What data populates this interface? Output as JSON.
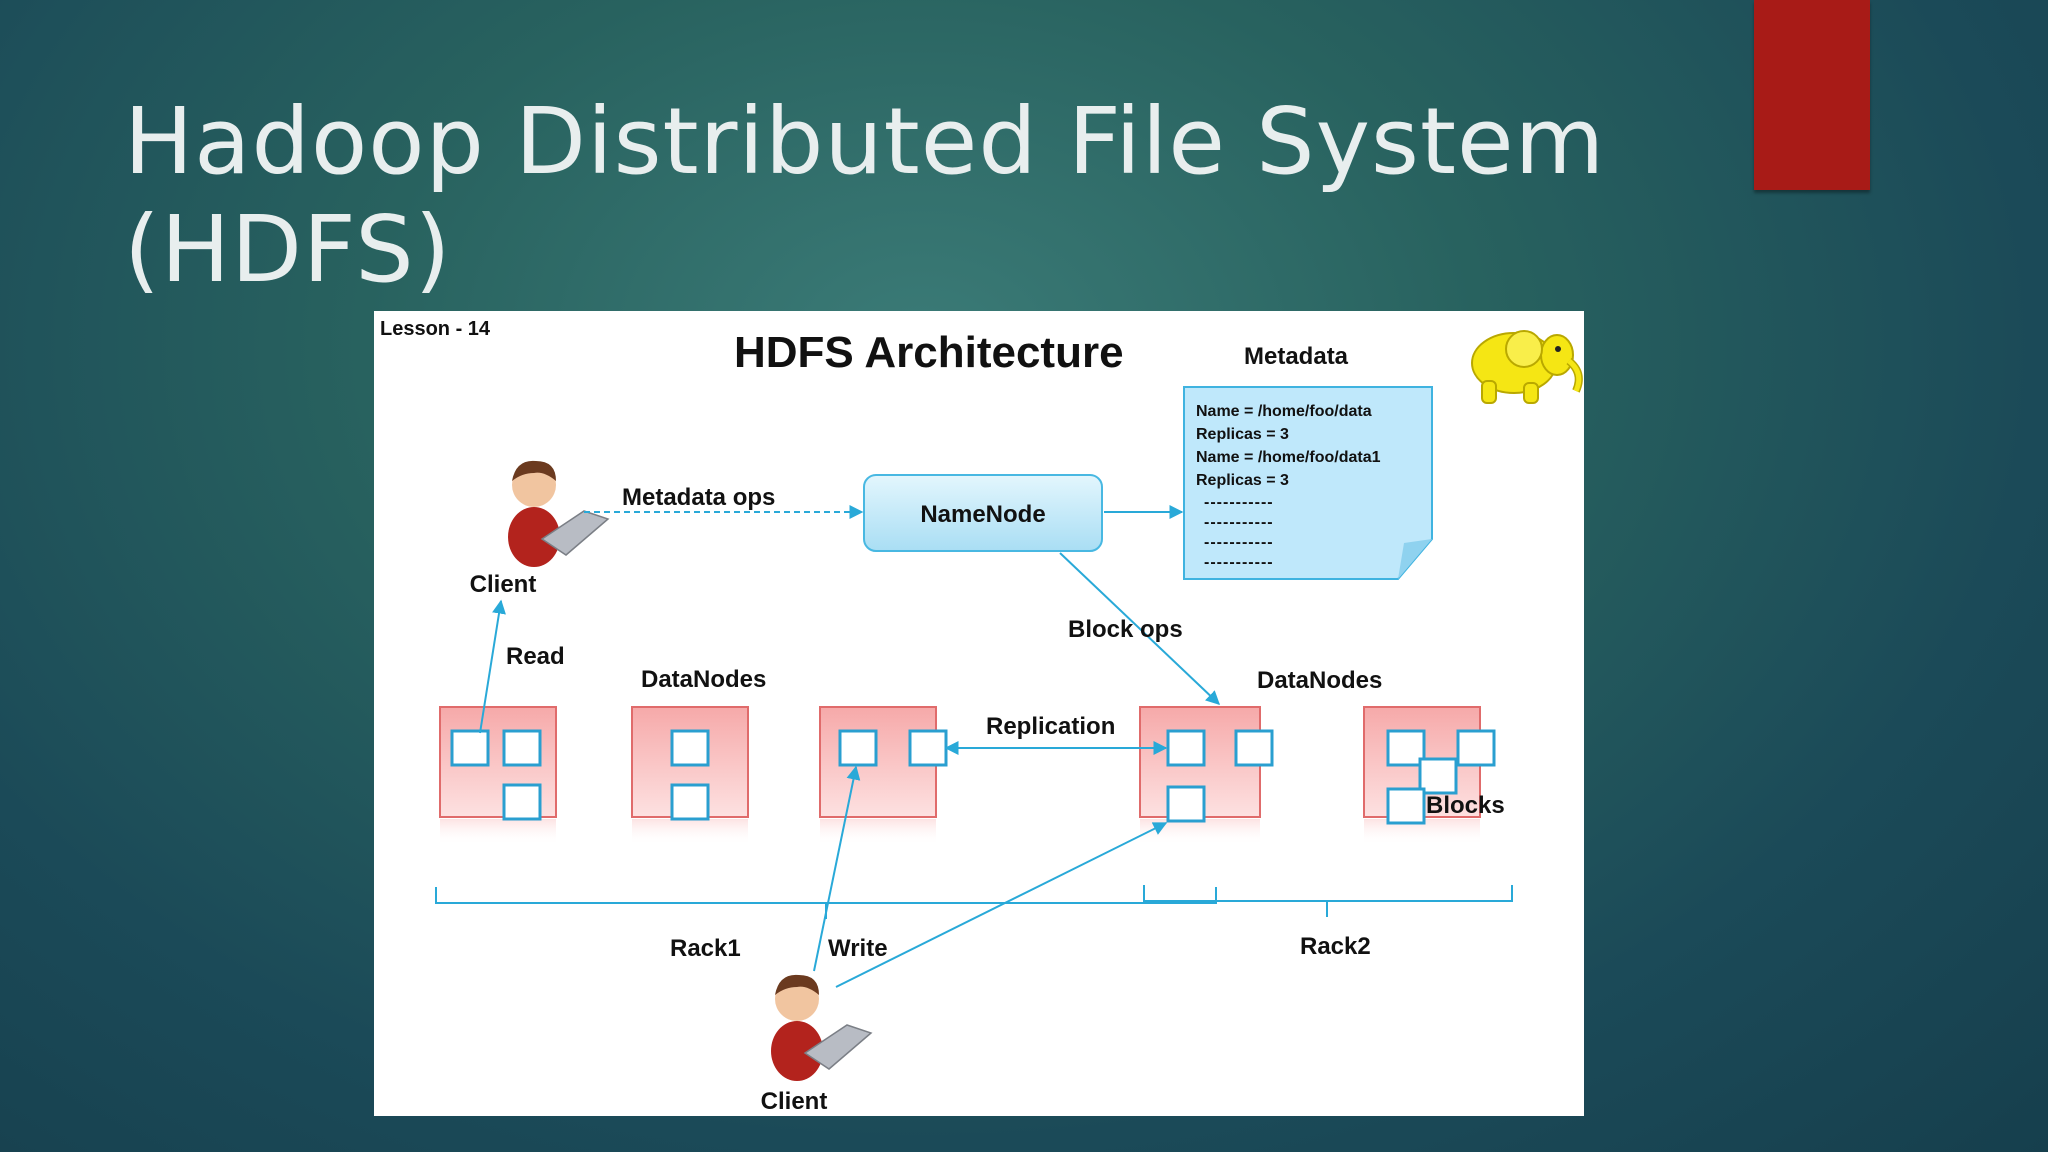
{
  "slide": {
    "title_line1": "Hadoop Distributed File System",
    "title_line2": "(HDFS)"
  },
  "diagram": {
    "lesson": "Lesson - 14",
    "heading": "HDFS Architecture",
    "metadata_title": "Metadata",
    "metadata_lines": [
      "Name =  /home/foo/data",
      "Replicas = 3",
      "Name =  /home/foo/data1",
      "Replicas = 3"
    ],
    "metadata_dashes": "-----------",
    "namenode": "NameNode",
    "client_top": "Client",
    "client_bottom": "Client",
    "metadata_ops": "Metadata ops",
    "block_ops": "Block ops",
    "read": "Read",
    "write": "Write",
    "replication": "Replication",
    "datanodes_left": "DataNodes",
    "datanodes_right": "DataNodes",
    "blocks": "Blocks",
    "rack1": "Rack1",
    "rack2": "Rack2"
  },
  "colors": {
    "accent": "#a81b17",
    "arrow": "#29a9d8",
    "node_fill": "#f7b9b9",
    "namenode_fill": "#c9ecfa",
    "metadata_fill": "#bfe8fb",
    "hadoop_yellow": "#f5e614"
  }
}
